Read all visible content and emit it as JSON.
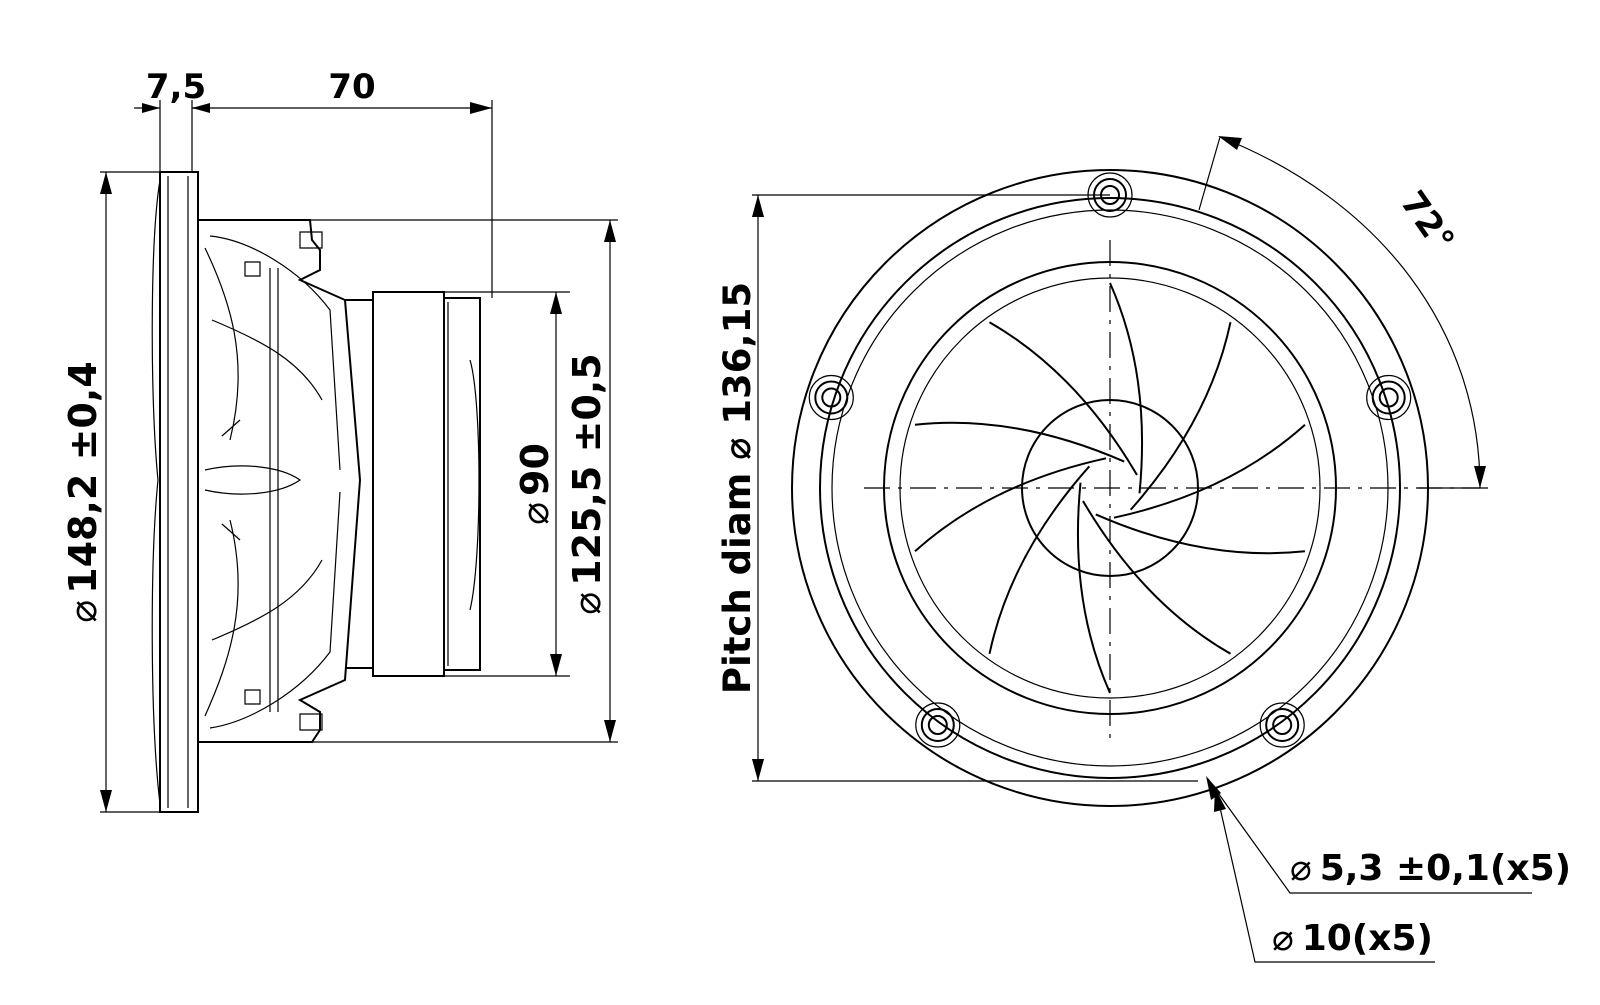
{
  "side_view": {
    "dim_flange_thickness": "7,5",
    "dim_depth": "70",
    "dim_outer_diameter": "148,2 ±0,4",
    "dim_magnet_diameter": "90",
    "dim_frame_diameter": "125,5 ±0,5"
  },
  "front_view": {
    "dim_pitch_diameter": "Pitch diam ⌀ 136,15",
    "dim_hole_angle": "72°",
    "dim_hole_diameter": "5,3 ±0,1(x5)",
    "dim_counterbore_diameter": "10(x5)"
  },
  "symbols": {
    "diameter": "⌀"
  }
}
